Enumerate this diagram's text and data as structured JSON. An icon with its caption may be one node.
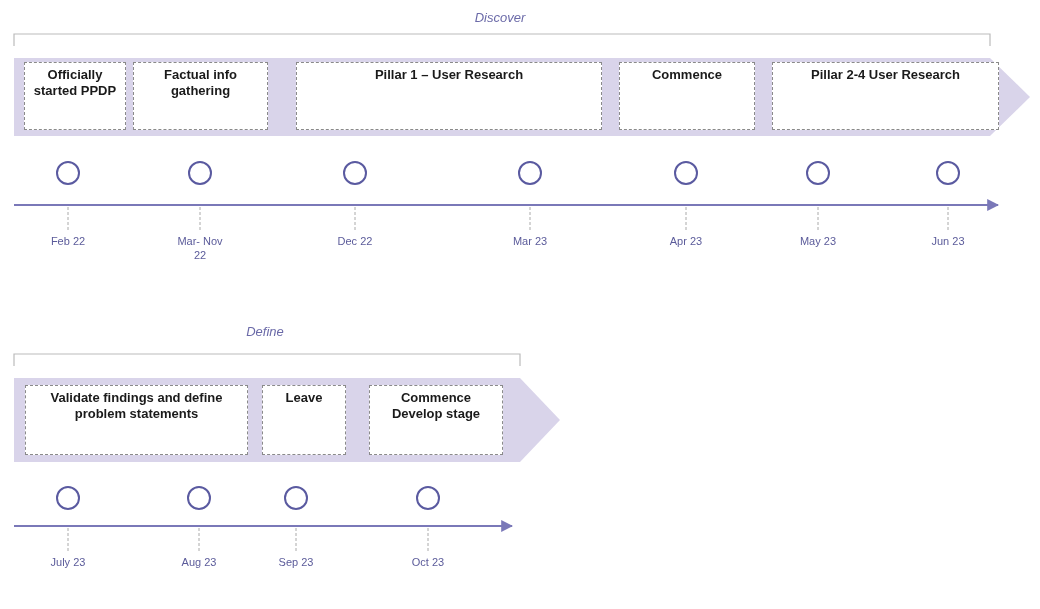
{
  "diagram": {
    "nodes": [
      {
        "text": [
          "Discover"
        ]
      },
      {
        "text": [
          "Officially started PPDP"
        ],
        "in": 0
      },
      {
        "text": [
          "Factual info gathering"
        ],
        "in": 0
      },
      {
        "text": [
          "Pillar 1 – User Research"
        ],
        "in": 0
      },
      {
        "text": [
          "Commence"
        ],
        "in": 0
      },
      {
        "text": [
          "Pillar 2-4 User Research"
        ],
        "in": 0
      },
      {
        "text": [
          "Define"
        ]
      },
      {
        "text": [
          "Validate findings and define problem statements"
        ],
        "in": 6
      },
      {
        "text": [
          "Leave"
        ],
        "in": 6
      },
      {
        "text": [
          "Commence Develop stage"
        ],
        "in": 6
      }
    ],
    "labels": [
      "Feb 22",
      "Mar- Nov 22",
      "Dec 22",
      "Mar 23",
      "Apr 23",
      "May 23",
      "Jun 23",
      "July 23",
      "Aug 23",
      "Sep 23",
      "Oct 23"
    ]
  }
}
